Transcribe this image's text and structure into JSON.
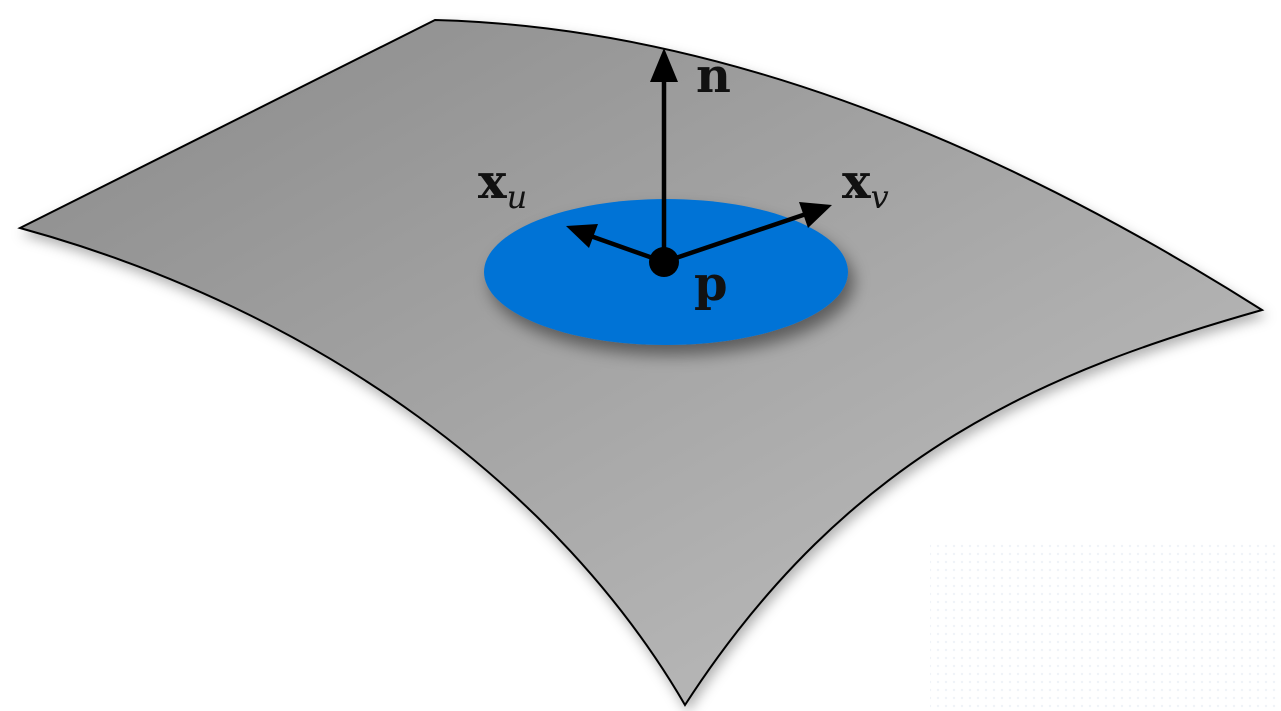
{
  "labels": {
    "normal": "n",
    "tangent_u_base": "x",
    "tangent_u_sub": "u",
    "tangent_v_base": "x",
    "tangent_v_sub": "v",
    "point": "p"
  },
  "colors": {
    "surface_light": "#c2c2c2",
    "surface_dark": "#8a8a8a",
    "outline": "#000000",
    "tangent_disk": "#0073d6",
    "arrows": "#000000",
    "background_dots": "#eef2f7"
  }
}
